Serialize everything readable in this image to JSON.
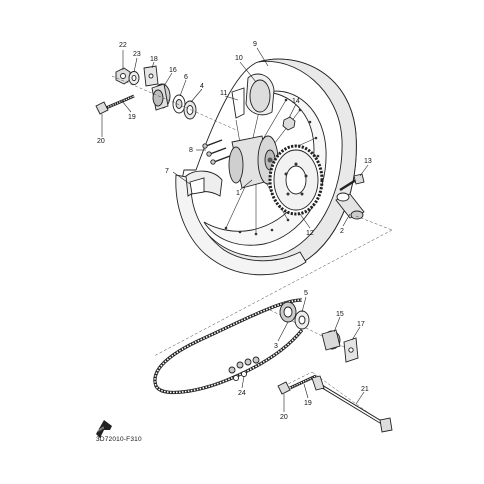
{
  "diagram": {
    "code": "3D72010-F310",
    "badge_text": "FWD",
    "callouts": [
      "1",
      "2",
      "3",
      "4",
      "5",
      "6",
      "7",
      "8",
      "9",
      "10",
      "11",
      "12",
      "13",
      "14",
      "15",
      "16",
      "17",
      "18",
      "19",
      "20",
      "21",
      "22",
      "23",
      "24"
    ]
  }
}
